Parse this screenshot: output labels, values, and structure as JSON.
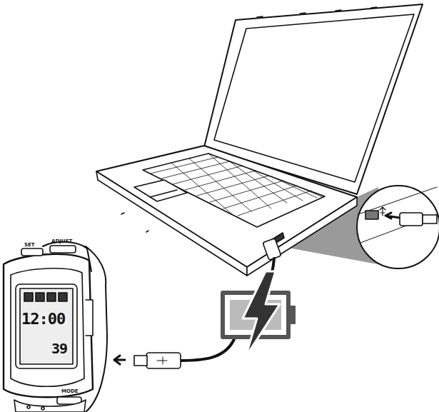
{
  "diagram": {
    "labels": [
      "SET",
      "ADJUST",
      "MODE",
      "12:00",
      "39"
    ]
  }
}
